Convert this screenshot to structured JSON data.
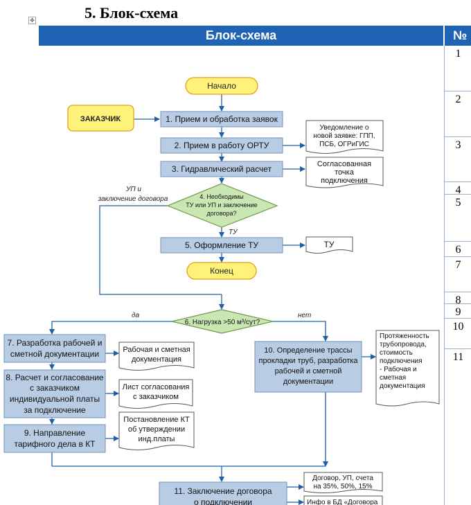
{
  "heading": "5. Блок-схема",
  "table": {
    "col_title": "Блок-схема",
    "col_num": "№",
    "rows": [
      "1",
      "2",
      "3",
      "4",
      "5",
      "6",
      "7",
      "8",
      "9",
      "10",
      "11"
    ]
  },
  "flow": {
    "start": "Начало",
    "customer": "ЗАКАЗЧИК",
    "s1": "1. Прием и обработка заявок",
    "s2": "2. Прием в работу ОРТУ",
    "s3": "3. Гидравлический расчет",
    "d4": [
      "4. Необходимы",
      "ТУ или УП и заключение",
      "договора?"
    ],
    "left_label": [
      "УП и",
      "заключение договора"
    ],
    "tu_label": "ТУ",
    "s5": "5. Оформление ТУ",
    "end": "Конец",
    "d6": "6. Нагрузка >50 м³/сут?",
    "yes": "да",
    "no": "нет",
    "s7": [
      "7. Разработка рабочей и",
      "сметной документации"
    ],
    "s8": [
      "8. Расчет и согласование",
      "с заказчиком",
      "индивидуальной платы",
      "за подключение"
    ],
    "s9": [
      "9. Направление",
      "тарифного дела в КТ"
    ],
    "s10": [
      "10. Определение трассы",
      "прокладки труб, разработка",
      "рабочей и сметной",
      "документации"
    ],
    "s11": [
      "11. Заключение договора",
      "о подключении"
    ],
    "doc_notice": [
      "Уведомление о",
      "новой заявке: ГПП,",
      "ПСБ, ОГРиГИС"
    ],
    "doc_point": [
      "Согласованная",
      "точка",
      "подключения"
    ],
    "doc_tu": "ТУ",
    "doc_work": [
      "Рабочая и сметная",
      "документация"
    ],
    "doc_agree": [
      "Лист согласования",
      "с заказчиком"
    ],
    "doc_kt": [
      "Постановление КТ",
      "об утверждении",
      "инд.платы"
    ],
    "doc_pipe": [
      "Протяженность",
      "трубопровода,",
      "стоимость",
      "подключения",
      "- Рабочая и",
      "сметная",
      "документация"
    ],
    "doc_contract": [
      "Договор, УП, счета",
      "на 35%, 50%, 15%"
    ],
    "doc_db": "Инфо в БД «Договора"
  }
}
